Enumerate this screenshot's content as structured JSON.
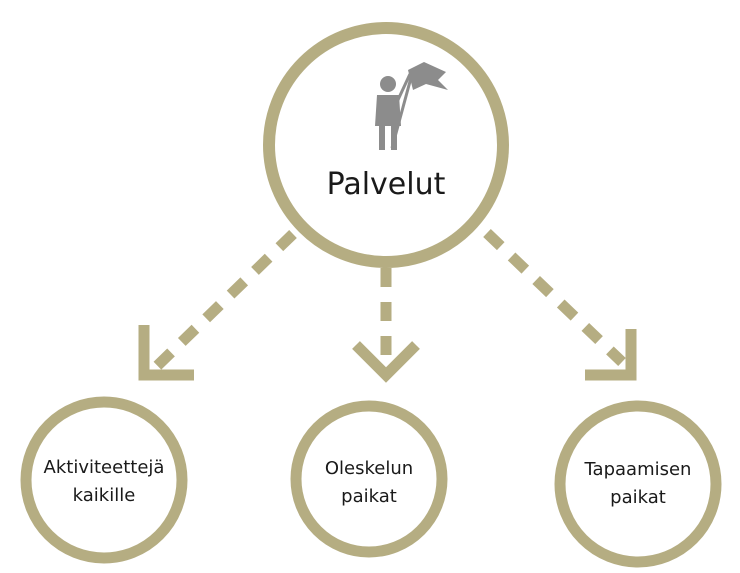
{
  "diagram": {
    "main": {
      "label": "Palvelut",
      "icon": "person-with-flag-icon"
    },
    "children": [
      {
        "line1": "Aktiviteettejä",
        "line2": "kaikille"
      },
      {
        "line1": "Oleskelun",
        "line2": "paikat"
      },
      {
        "line1": "Tapaamisen",
        "line2": "paikat"
      }
    ]
  },
  "colors": {
    "accent": "#b5ad82",
    "icon": "#8c8c8c",
    "text": "#1a1a1a",
    "background": "#ffffff"
  }
}
